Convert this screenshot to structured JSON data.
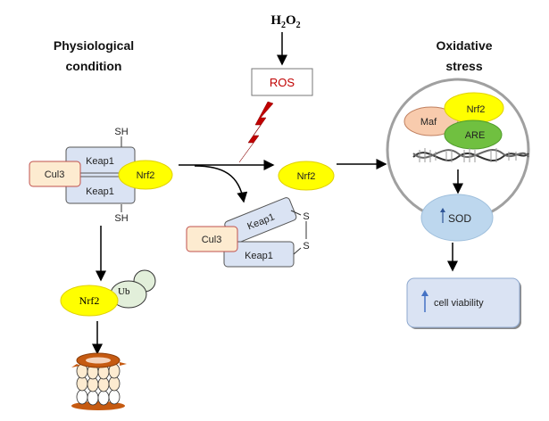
{
  "left_title": [
    "Physiological",
    "condition"
  ],
  "right_title": [
    "Oxidative",
    "stress"
  ],
  "stimulus": {
    "main": "H",
    "sub1": "2",
    "mid": "O",
    "sub2": "2"
  },
  "ros_label": "ROS",
  "complex": {
    "keap1_top": "Keap1",
    "keap1_bottom": "Keap1",
    "cul3": "Cul3",
    "nrf2": "Nrf2",
    "sh_top": "SH",
    "sh_bottom": "SH"
  },
  "free_nrf2": "Nrf2",
  "oxidized_complex": {
    "keap1_top": "Keap1",
    "keap1_bottom": "Keap1",
    "cul3": "Cul3",
    "s_top": "S",
    "s_bottom": "S"
  },
  "degradation": {
    "nrf2": "Nrf2",
    "ub": "Ub"
  },
  "nucleus": {
    "maf": "Maf",
    "nrf2": "Nrf2",
    "are": "ARE"
  },
  "sod_label": "SOD",
  "cell_viability_label": "cell viability",
  "colors": {
    "keap1": "#dae3f3",
    "cul3": "#fdebd0",
    "nrf2": "#ffff00",
    "ros_text": "#c00000",
    "lightning": "#c00000",
    "are": "#70c040",
    "maf": "#f8cbad",
    "sod": "#bdd7ee",
    "proteasome": "#c55a11",
    "ub": "#e2efda"
  }
}
